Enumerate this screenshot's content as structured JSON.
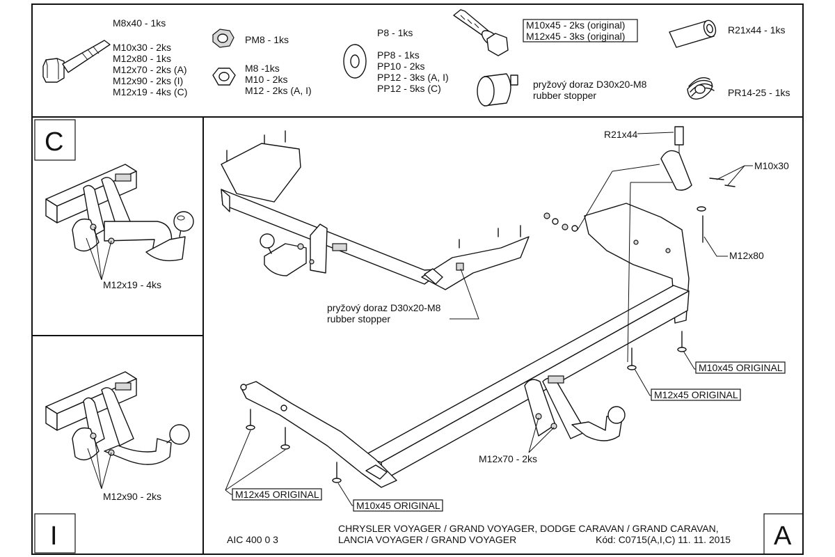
{
  "parts_list": {
    "bolt_spec_1": "M8x40 - 1ks",
    "bolt_spec_2": "M10x30 - 2ks",
    "bolt_spec_3": "M12x80 - 1ks",
    "bolt_spec_4": "M12x70 - 2ks (A)",
    "bolt_spec_5": "M12x90 - 2ks (I)",
    "bolt_spec_6": "M12x19 - 4ks (C)",
    "pm8": "PM8 - 1ks",
    "m8_nut": "M8 -1ks",
    "m10_nut": "M10 - 2ks",
    "m12_nut": "M12 - 2ks (A, I)",
    "p8": "P8 - 1ks",
    "pp8": "PP8 - 1ks",
    "pp10": "PP10 - 2ks",
    "pp12_a": "PP12 - 3ks (A, I)",
    "pp12_b": "PP12 - 5ks (C)",
    "m10x45_original": "M10x45 - 2ks (original)",
    "m12x45_original": "M12x45 - 3ks (original)",
    "stopper_cz": "pryžový doraz D30x20-M8",
    "stopper_en": "rubber stopper",
    "r21x44": "R21x44 - 1ks",
    "pr14": "PR14-25 - 1ks"
  },
  "panel_c": {
    "letter": "C",
    "callout": "M12x19 - 4ks"
  },
  "panel_i": {
    "letter": "I",
    "callout": "M12x90 - 2ks"
  },
  "main": {
    "letter": "A",
    "r21x44": "R21x44",
    "m10x30": "M10x30",
    "m12x80": "M12x80",
    "stopper_cz": "pryžový doraz D30x20-M8",
    "stopper_en": "rubber stopper",
    "m10x45_right": "M10x45 ORIGINAL",
    "m12x45_right": "M12x45 ORIGINAL",
    "m12x70": "M12x70 - 2ks",
    "m12x45_left": "M12x45 ORIGINAL",
    "m10x45_left": "M10x45 ORIGINAL"
  },
  "footer": {
    "drawing_no": "AIC 400 0 3",
    "vehicles_line1": "CHRYSLER VOYAGER / GRAND VOYAGER, DODGE CARAVAN / GRAND CARAVAN,",
    "vehicles_line2": "LANCIA VOYAGER / GRAND VOYAGER",
    "code": "Kód: C0715(A,I,C)  11. 11. 2015"
  }
}
